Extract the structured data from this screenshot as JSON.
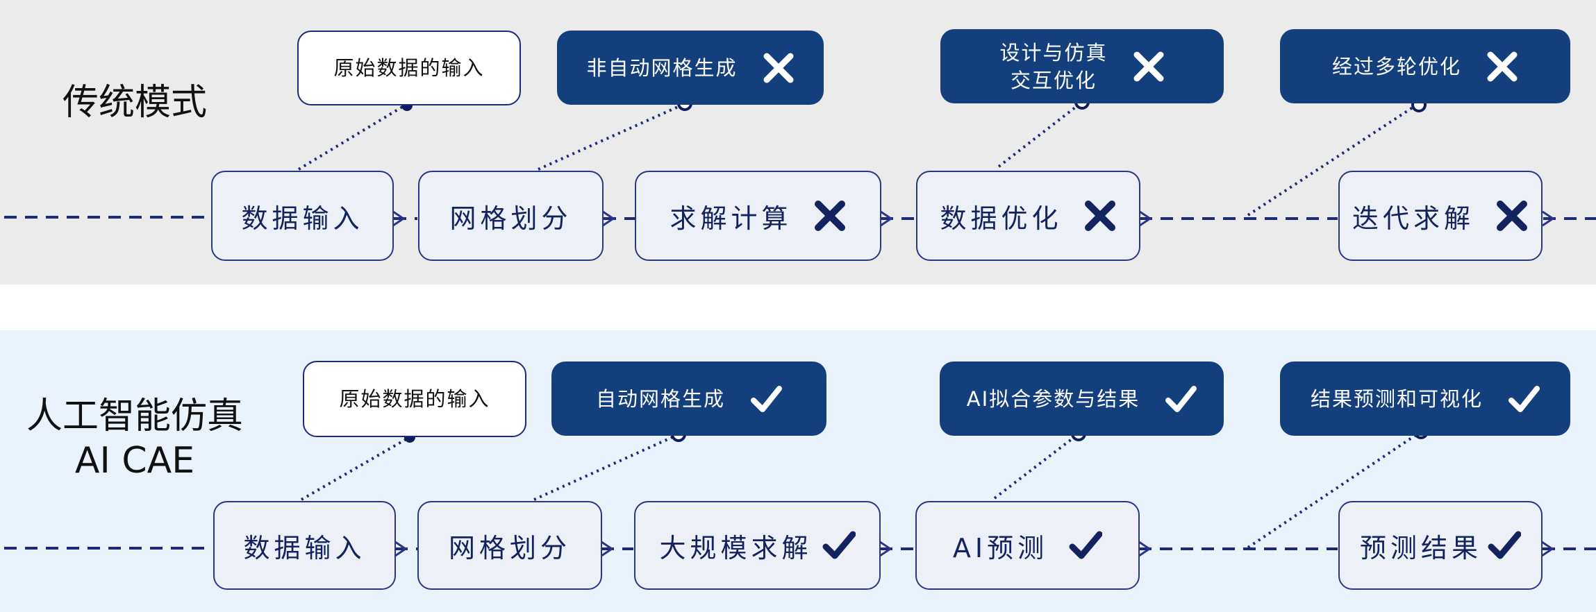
{
  "colors": {
    "dark_box": "#13407c",
    "step_text": "#13235e",
    "line": "#1b2a7a",
    "top_band": "#ebebeb",
    "bottom_band": "#eaf2fb"
  },
  "traditional": {
    "title": "传统模式",
    "callouts": [
      {
        "text": "原始数据的输入",
        "style": "plain",
        "mark": ""
      },
      {
        "text": "非自动网格生成",
        "style": "dark",
        "mark": "cross-icon"
      },
      {
        "line1": "设计与仿真",
        "line2": "交互优化",
        "style": "dark",
        "mark": "cross-icon"
      },
      {
        "text": "经过多轮优化",
        "style": "dark",
        "mark": "cross-icon"
      }
    ],
    "steps": [
      {
        "label": "数据输入",
        "mark": ""
      },
      {
        "label": "网格划分",
        "mark": ""
      },
      {
        "label": "求解计算",
        "mark": "cross-icon"
      },
      {
        "label": "数据优化",
        "mark": "cross-icon"
      },
      {
        "label": "迭代求解",
        "mark": "cross-icon"
      }
    ]
  },
  "ai": {
    "title_line1": "人工智能仿真",
    "title_line2": "AI CAE",
    "callouts": [
      {
        "text": "原始数据的输入",
        "style": "plain",
        "mark": ""
      },
      {
        "text": "自动网格生成",
        "style": "dark",
        "mark": "check-icon"
      },
      {
        "text": "AI拟合参数与结果",
        "style": "dark",
        "mark": "check-icon"
      },
      {
        "text": "结果预测和可视化",
        "style": "dark",
        "mark": "check-icon"
      }
    ],
    "steps": [
      {
        "label": "数据输入",
        "mark": ""
      },
      {
        "label": "网格划分",
        "mark": ""
      },
      {
        "label": "大规模求解",
        "mark": "check-icon"
      },
      {
        "label": "AI预测",
        "mark": "check-icon"
      },
      {
        "label": "预测结果",
        "mark": "check-icon"
      }
    ]
  }
}
